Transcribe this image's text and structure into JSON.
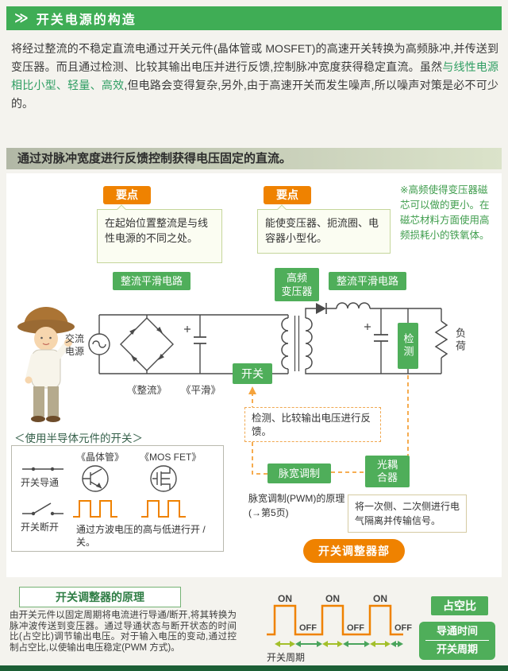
{
  "header": {
    "chevron": "≫",
    "title": "开关电源的构造"
  },
  "intro": {
    "part1": "将经过整流的不稳定直流电通过开关元件(晶体管或 MOSFET)的高速开关转换为高频脉冲,并传送到变压器。而且通过检测、比较其输出电压并进行反馈,控制脉冲宽度获得稳定直流。虽然",
    "highlight": "与线性电源相比小型、轻量、高效",
    "part2": ",但电路会变得复杂,另外,由于高速开关而发生噪声,所以噪声对策是必不可少的。"
  },
  "section": {
    "title": "通过对脉冲宽度进行反馈控制获得电压固定的直流。"
  },
  "diagram": {
    "point1_badge": "要点",
    "point1_text": "在起始位置整流是与线性电源的不同之处。",
    "point2_badge": "要点",
    "point2_text": "能使变压器、扼流圈、电容器小型化。",
    "side_note": "※高频使得变压器磁芯可以做的更小。在磁芯材料方面使用高频损耗小的铁氧体。",
    "label_rect_left": "整流平滑电路",
    "label_hf": {
      "line1": "高频",
      "line2": "变压器"
    },
    "label_rect_right": "整流平滑电路",
    "label_ac": "交流电源",
    "label_rectify": "《整流》",
    "label_smooth": "《平滑》",
    "label_switch": "开关",
    "label_detect": "检测",
    "label_load": "负荷",
    "feedback_note": "检测、比较输出电压进行反馈。",
    "label_pwm": "脉宽调制",
    "label_opto": {
      "line1": "光耦",
      "line2": "合器"
    },
    "pwm_note": "脉宽调制(PWM)的原理(→第5页)",
    "opto_note": "将一次侧、二次侧进行电气隔离并传输信号。",
    "regulator_badge": "开关调整器部"
  },
  "semiconductor": {
    "title": "＜使用半导体元件的开关＞",
    "switch_on": "开关导通",
    "switch_off": "开关断开",
    "transistor": "《晶体管》",
    "mosfet": "《MOS FET》",
    "caption": "通过方波电压的高与低进行开 / 关。"
  },
  "principle": {
    "title": "开关调整器的原理",
    "body": "由开关元件以固定周期将电流进行导通/断开,将其转换为脉冲波传送到变压器。通过导通状态与断开状态的时间比(占空比)调节输出电压。对于输入电压的变动,通过控制占空比,以使输出电压稳定(PWM 方式)。"
  },
  "waveform": {
    "on": "ON",
    "off": "OFF",
    "duty": "占空比",
    "fraction_top": "导通时间",
    "fraction_bottom": "开关周期",
    "period": "开关周期"
  },
  "colors": {
    "green": "#3fad55",
    "orange": "#ef8200",
    "dark_green": "#1c5f35"
  }
}
